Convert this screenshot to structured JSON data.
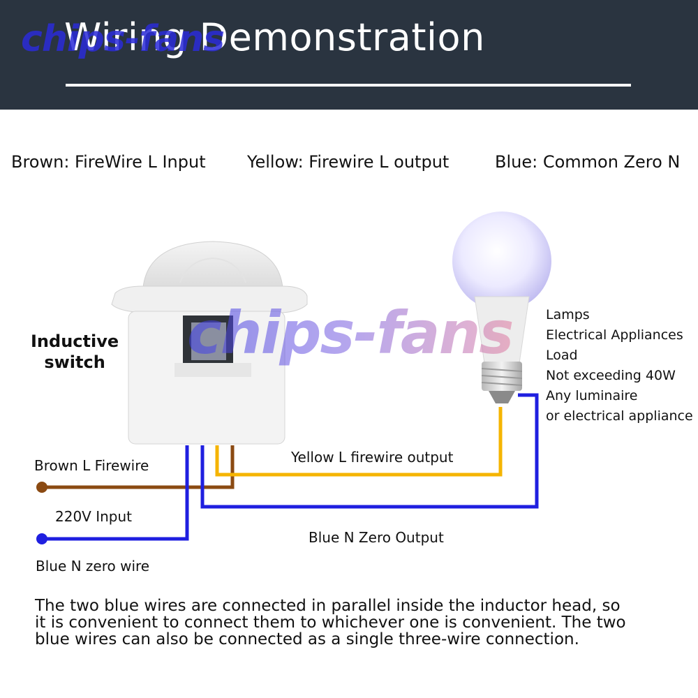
{
  "header": {
    "title": "Wiring Demonstration",
    "logo": "chips-fans"
  },
  "legend": {
    "brown": "Brown: FireWire L Input",
    "yellow": "Yellow: Firewire L output",
    "blue": "Blue: Common Zero N"
  },
  "switch": {
    "label_line1": "Inductive",
    "label_line2": "switch"
  },
  "lamp": {
    "specs": [
      "Lamps",
      "Electrical Appliances",
      "Load",
      "Not exceeding 40W",
      "Any luminaire",
      "or electrical appliance"
    ]
  },
  "wires": {
    "brown_label": "Brown L Firewire",
    "input_label": "220V Input",
    "blue_label": "Blue N zero wire",
    "yellow_output_label": "Yellow L firewire output",
    "blue_output_label": "Blue N Zero Output"
  },
  "watermark": "chips-fans",
  "colors": {
    "header_bg": "#2a3440",
    "brown_wire": "#8b4a12",
    "yellow_wire": "#f5b400",
    "blue_wire": "#1f1fe0"
  },
  "note": {
    "line1": "The two blue wires are connected in parallel inside the inductor head, so",
    "line2": "it is convenient to connect them to whichever one is convenient. The two",
    "line3": "blue wires can also be connected as a single three-wire connection."
  }
}
